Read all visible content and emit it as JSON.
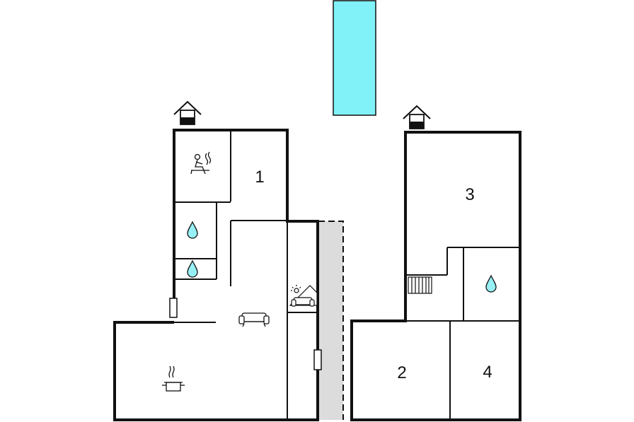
{
  "colors": {
    "wall": "#111111",
    "pool": "#80f2f8",
    "water": "#96f0f6",
    "terrace": "#dcdcdc",
    "background": "#ffffff"
  },
  "rooms": [
    {
      "label": "1"
    },
    {
      "label": "3"
    },
    {
      "label": "2"
    },
    {
      "label": "4"
    }
  ],
  "icons": {
    "sauna": "sauna-icon",
    "shower": "water-drop-icon",
    "living": "sofa-icon",
    "kitchen": "cooking-pot-icon",
    "terrace": "sun-lounger-icon",
    "entrance": "house-entrance-icon",
    "stairs": "stairs-icon",
    "door": "door-icon"
  }
}
